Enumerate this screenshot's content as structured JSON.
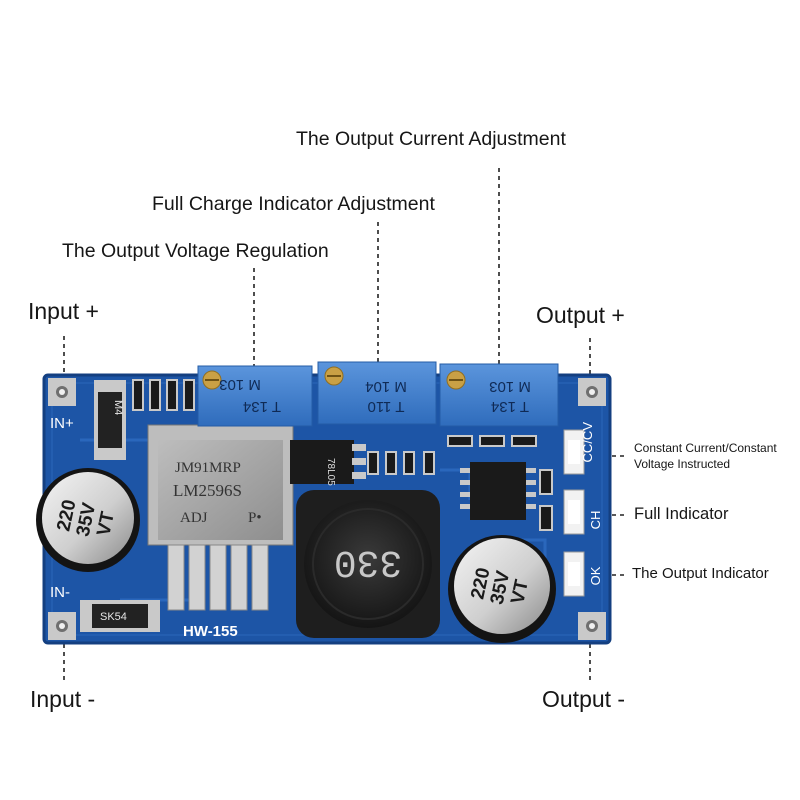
{
  "labels": {
    "output_current_adjustment": "The Output Current Adjustment",
    "full_charge_indicator_adjustment": "Full Charge Indicator Adjustment",
    "output_voltage_regulation": "The Output Voltage Regulation",
    "input_plus": "Input +",
    "output_plus": "Output +",
    "input_minus": "Input -",
    "output_minus": "Output -",
    "cc_cv_line1": "Constant Current/Constant",
    "cc_cv_line2": "Voltage Instructed",
    "full_indicator": "Full Indicator",
    "output_indicator": "The Output Indicator"
  },
  "board": {
    "model": "HW-155",
    "in_plus": "IN+",
    "in_minus": "IN-",
    "diode_top": "M4",
    "diode_bottom": "SK54",
    "regulator_ic": "78L05",
    "chip_line1": "JM91MRP",
    "chip_line2": "LM2596S",
    "chip_line3": "ADJ",
    "chip_line4": "P•",
    "inductor": "330",
    "pot_left_1": "M 103",
    "pot_left_2": "T 134",
    "pot_mid_1": "M 104",
    "pot_mid_2": "T 110",
    "pot_right_1": "M 103",
    "pot_right_2": "T 134",
    "cap_left_1": "220",
    "cap_left_2": "35V",
    "cap_left_3": "VT",
    "cap_right_1": "220",
    "cap_right_2": "35V",
    "cap_right_3": "VT",
    "silk_cccv": "CC/CV",
    "silk_ch": "CH",
    "silk_ok": "OK"
  },
  "colors": {
    "pcb": "#1d55a6",
    "pcb_edge": "#143f80",
    "pot": "#3f7fd0",
    "pad": "#c9c9c9",
    "label_text": "#161616",
    "leader": "#222222"
  }
}
